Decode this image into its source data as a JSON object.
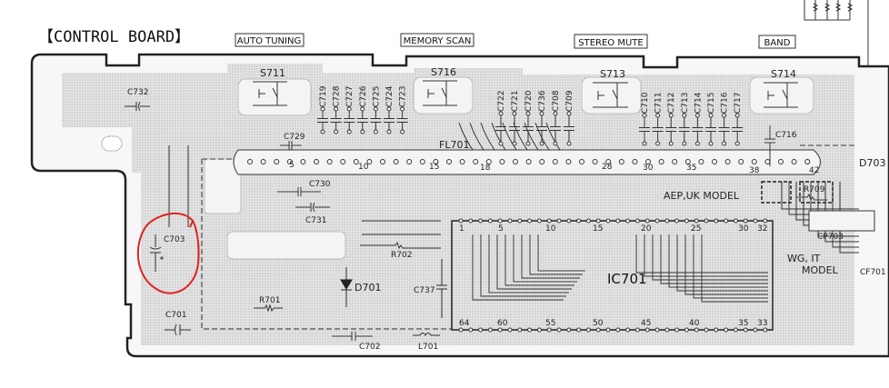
{
  "title": "【CONTROL BOARD】",
  "function_labels": [
    "AUTO TUNING",
    "MEMORY SCAN",
    "STEREO MUTE",
    "BAND"
  ],
  "switches": [
    "S711",
    "S716",
    "S713",
    "S714"
  ],
  "capacitor_columns": {
    "group1": [
      "C719",
      "C728",
      "C727",
      "C726",
      "C725",
      "C724",
      "C723"
    ],
    "group2": [
      "C722",
      "C721",
      "C720",
      "C736",
      "C708",
      "C709"
    ],
    "group3": [
      "C710",
      "C711",
      "C712",
      "C713",
      "C714",
      "C715",
      "C716",
      "C717"
    ]
  },
  "components": {
    "c732": "C732",
    "c729": "C729",
    "c730": "C730",
    "c731": "C731",
    "c703": "C703",
    "c701": "C701",
    "c702": "C702",
    "c716b": "C716",
    "c737": "C737",
    "l701": "L701",
    "r701": "R701",
    "r702": "R702",
    "r709": "R709",
    "d701": "D701",
    "d703": "D703",
    "fl701": "FL701",
    "ic701": "IC701",
    "cp703": "CP703",
    "cf701": "CF701"
  },
  "model_notes": {
    "aep_uk": "AEP,UK MODEL",
    "wg_it_1": "WG, IT",
    "wg_it_2": "MODEL"
  },
  "fl701_pins": [
    "5",
    "10",
    "15",
    "18",
    "28",
    "30",
    "35",
    "38",
    "42"
  ],
  "ic701_top_pins": [
    "1",
    "5",
    "10",
    "15",
    "20",
    "25",
    "30",
    "32"
  ],
  "ic701_bottom_pins": [
    "64",
    "60",
    "55",
    "50",
    "45",
    "40",
    "35",
    "33"
  ],
  "annotation_color": "#e02020"
}
